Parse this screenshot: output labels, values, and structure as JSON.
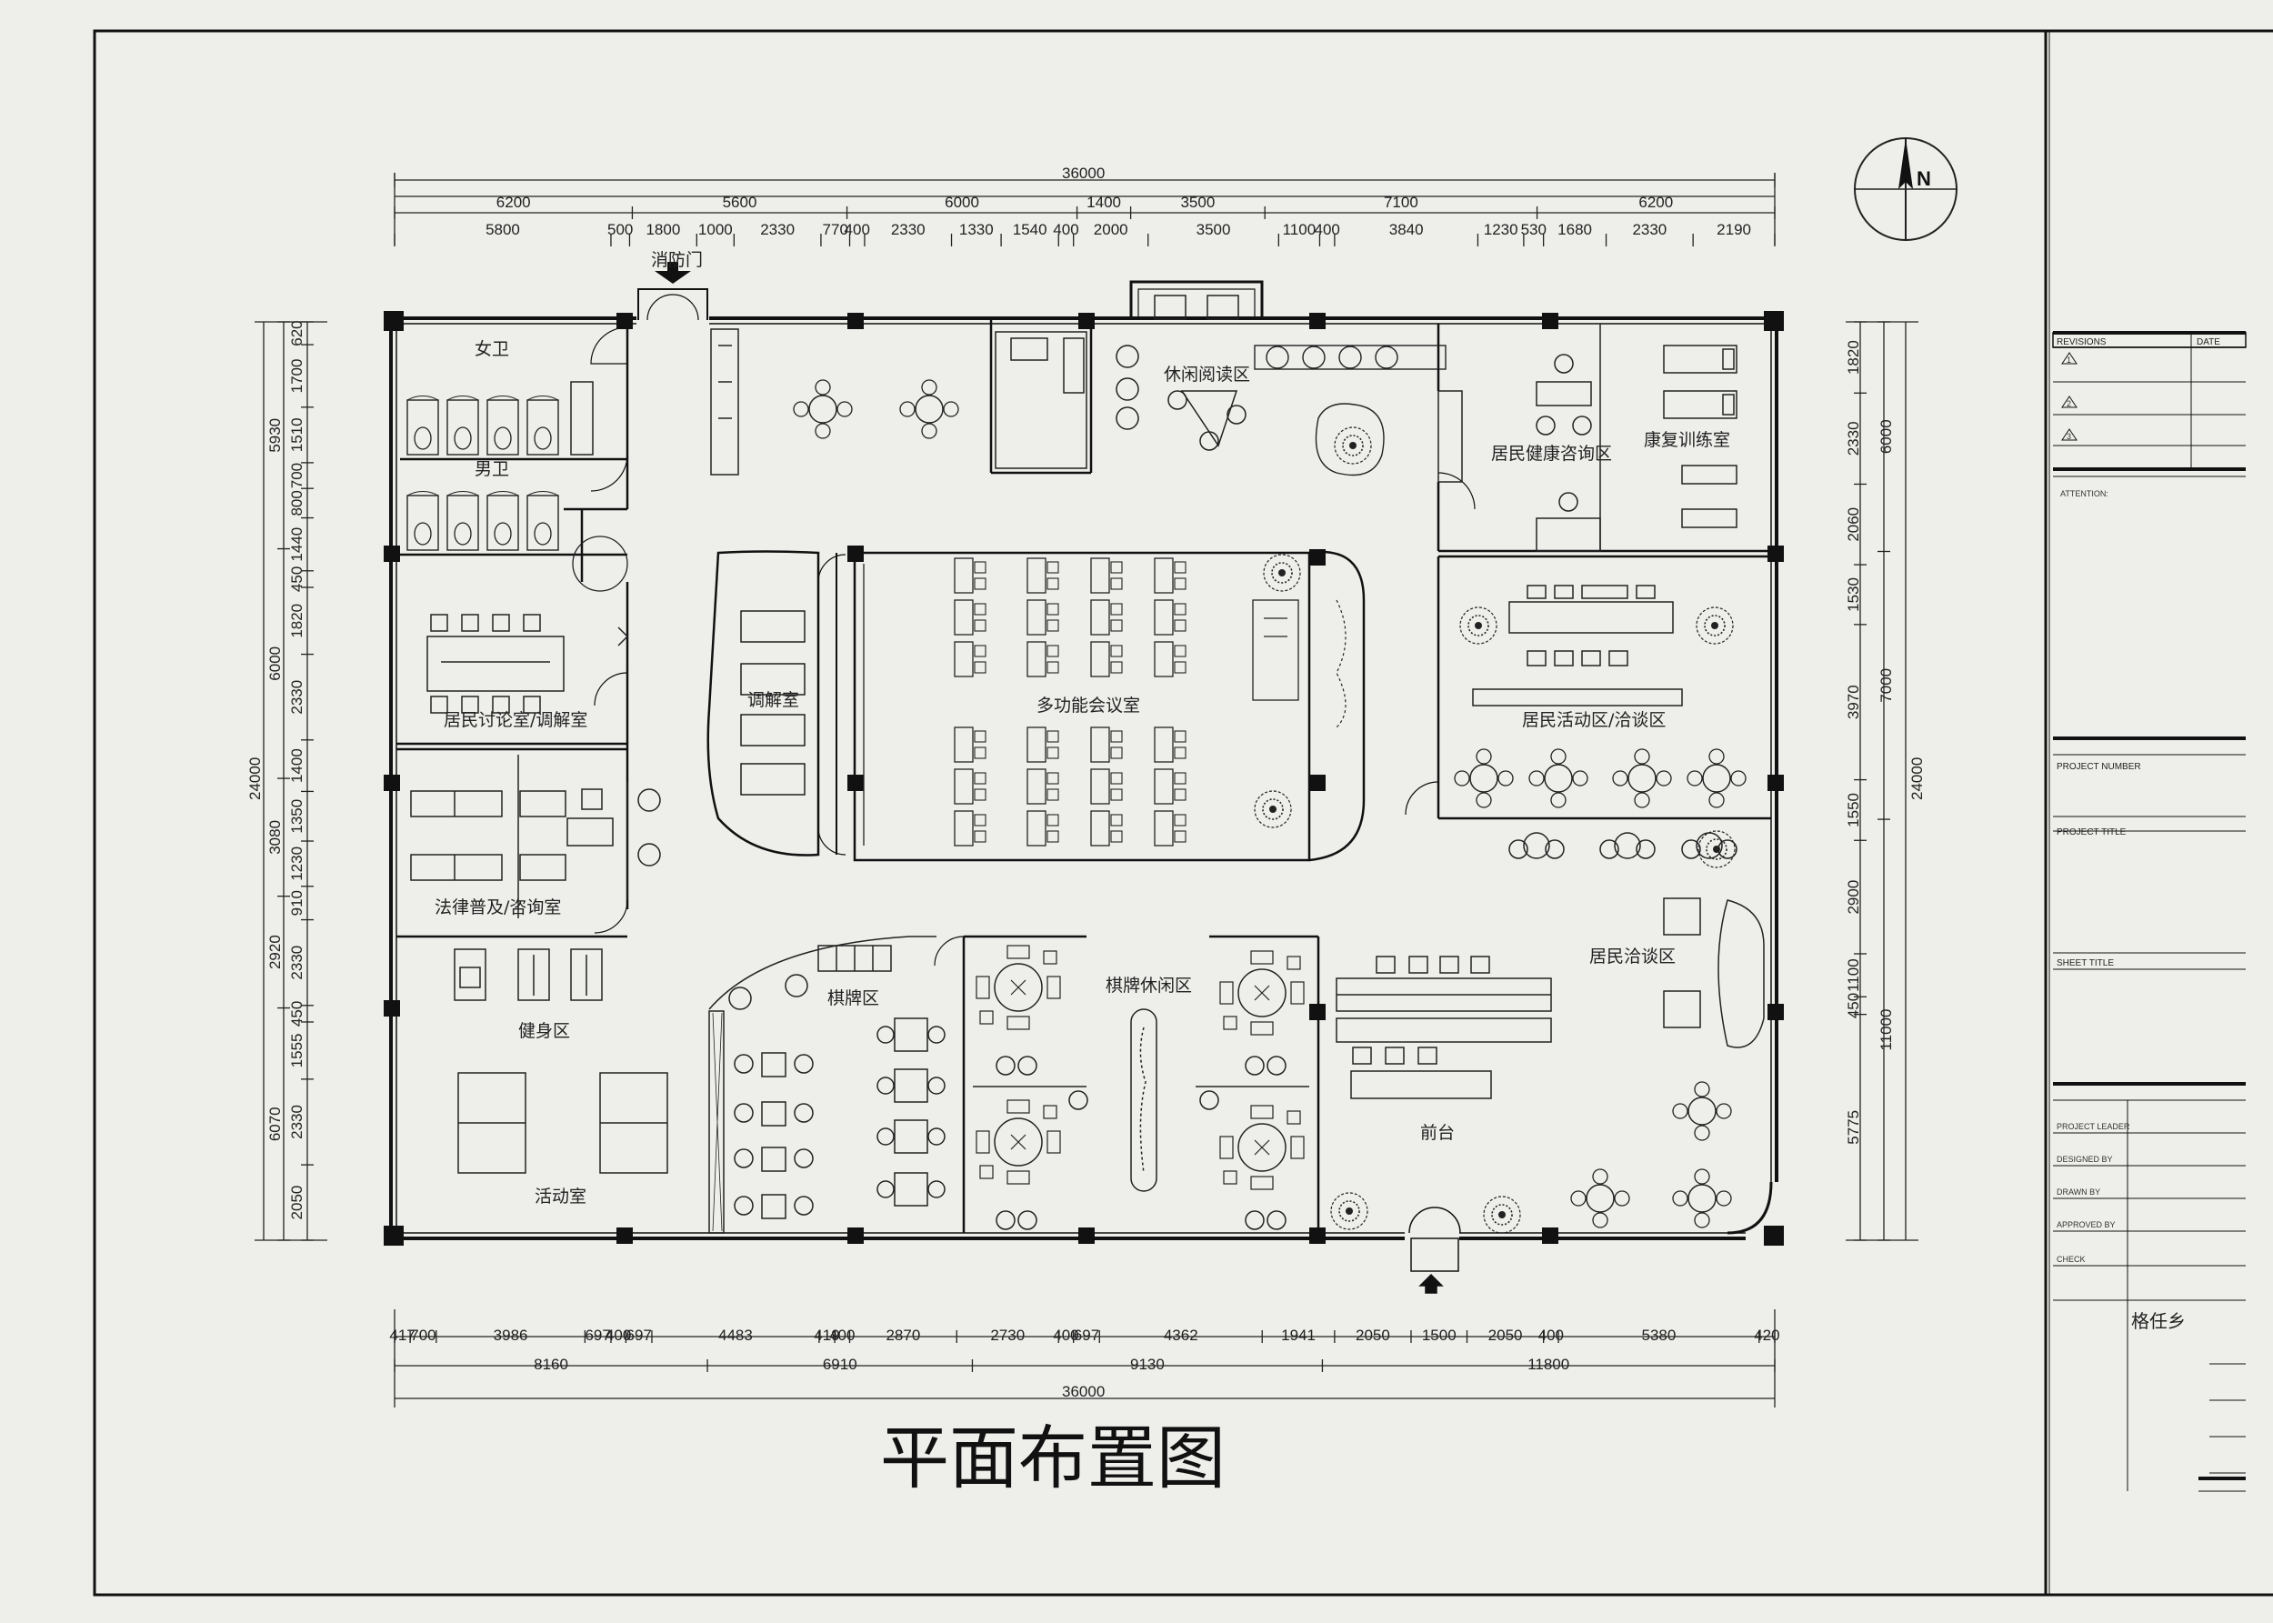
{
  "drawing": {
    "title": "平面布置图",
    "north": "N",
    "total_width": "36000",
    "total_depth": "24000",
    "top_dims_row1": [
      "6200",
      "5600",
      "6000",
      "1400",
      "3500",
      "7100",
      "6200"
    ],
    "top_dims_row2": [
      "5800",
      "500",
      "1800",
      "1000",
      "2330",
      "770",
      "400",
      "2330",
      "1330",
      "1540",
      "400",
      "2000",
      "3500",
      "1100",
      "400",
      "3840",
      "1230",
      "530",
      "1680",
      "2330",
      "2190"
    ],
    "bottom_dims_row1": [
      "417",
      "700",
      "3986",
      "697",
      "400",
      "697",
      "4483",
      "419",
      "400",
      "2870",
      "2730",
      "400",
      "697",
      "4362",
      "1941",
      "2050",
      "1500",
      "2050",
      "400",
      "5380",
      "420"
    ],
    "bottom_dims_row2": [
      "8160",
      "6910",
      "9130",
      "11800"
    ],
    "left_dims_row1": [
      "620",
      "1700",
      "1510",
      "700",
      "800",
      "1440",
      "450",
      "1820",
      "2330",
      "1400",
      "1350",
      "1230",
      "910",
      "2330",
      "450",
      "1555",
      "2330",
      "2050"
    ],
    "left_dims_row2": [
      "5930",
      "6000",
      "3080",
      "2920",
      "6070"
    ],
    "right_dims_row1": [
      "1820",
      "2330",
      "2060",
      "1530",
      "3970",
      "1550",
      "2900",
      "1100",
      "450",
      "5775"
    ],
    "right_dims_row2": [
      "6000",
      "7000",
      "11000"
    ]
  },
  "rooms": {
    "fire_door": "消防门",
    "female_wc": "女卫",
    "male_wc": "男卫",
    "reading": "休闲阅读区",
    "health_consult": "居民健康咨询区",
    "rehab": "康复训练室",
    "discussion": "居民讨论室/调解室",
    "mediation": "调解室",
    "multi_hall": "多功能会议室",
    "activity_area": "居民活动区/洽谈区",
    "legal": "法律普及/咨询室",
    "fitness": "健身区",
    "chess": "棋牌区",
    "chess_rest": "棋牌休闲区",
    "resident_talk": "居民洽谈区",
    "reception": "前台",
    "activity_room": "活动室"
  },
  "title_block": {
    "revisions": "REVISIONS",
    "date": "DATE",
    "rev_marks": [
      "1",
      "2",
      "3"
    ],
    "attention": "ATTENTION:",
    "project_number": "PROJECT NUMBER",
    "project_title": "PROJECT TITLE",
    "sheet_title": "SHEET TITLE",
    "roles": [
      "PROJECT LEADER",
      "DESIGNED BY",
      "DRAWN BY",
      "APPROVED BY",
      "CHECK"
    ],
    "scale": "格任乡"
  }
}
